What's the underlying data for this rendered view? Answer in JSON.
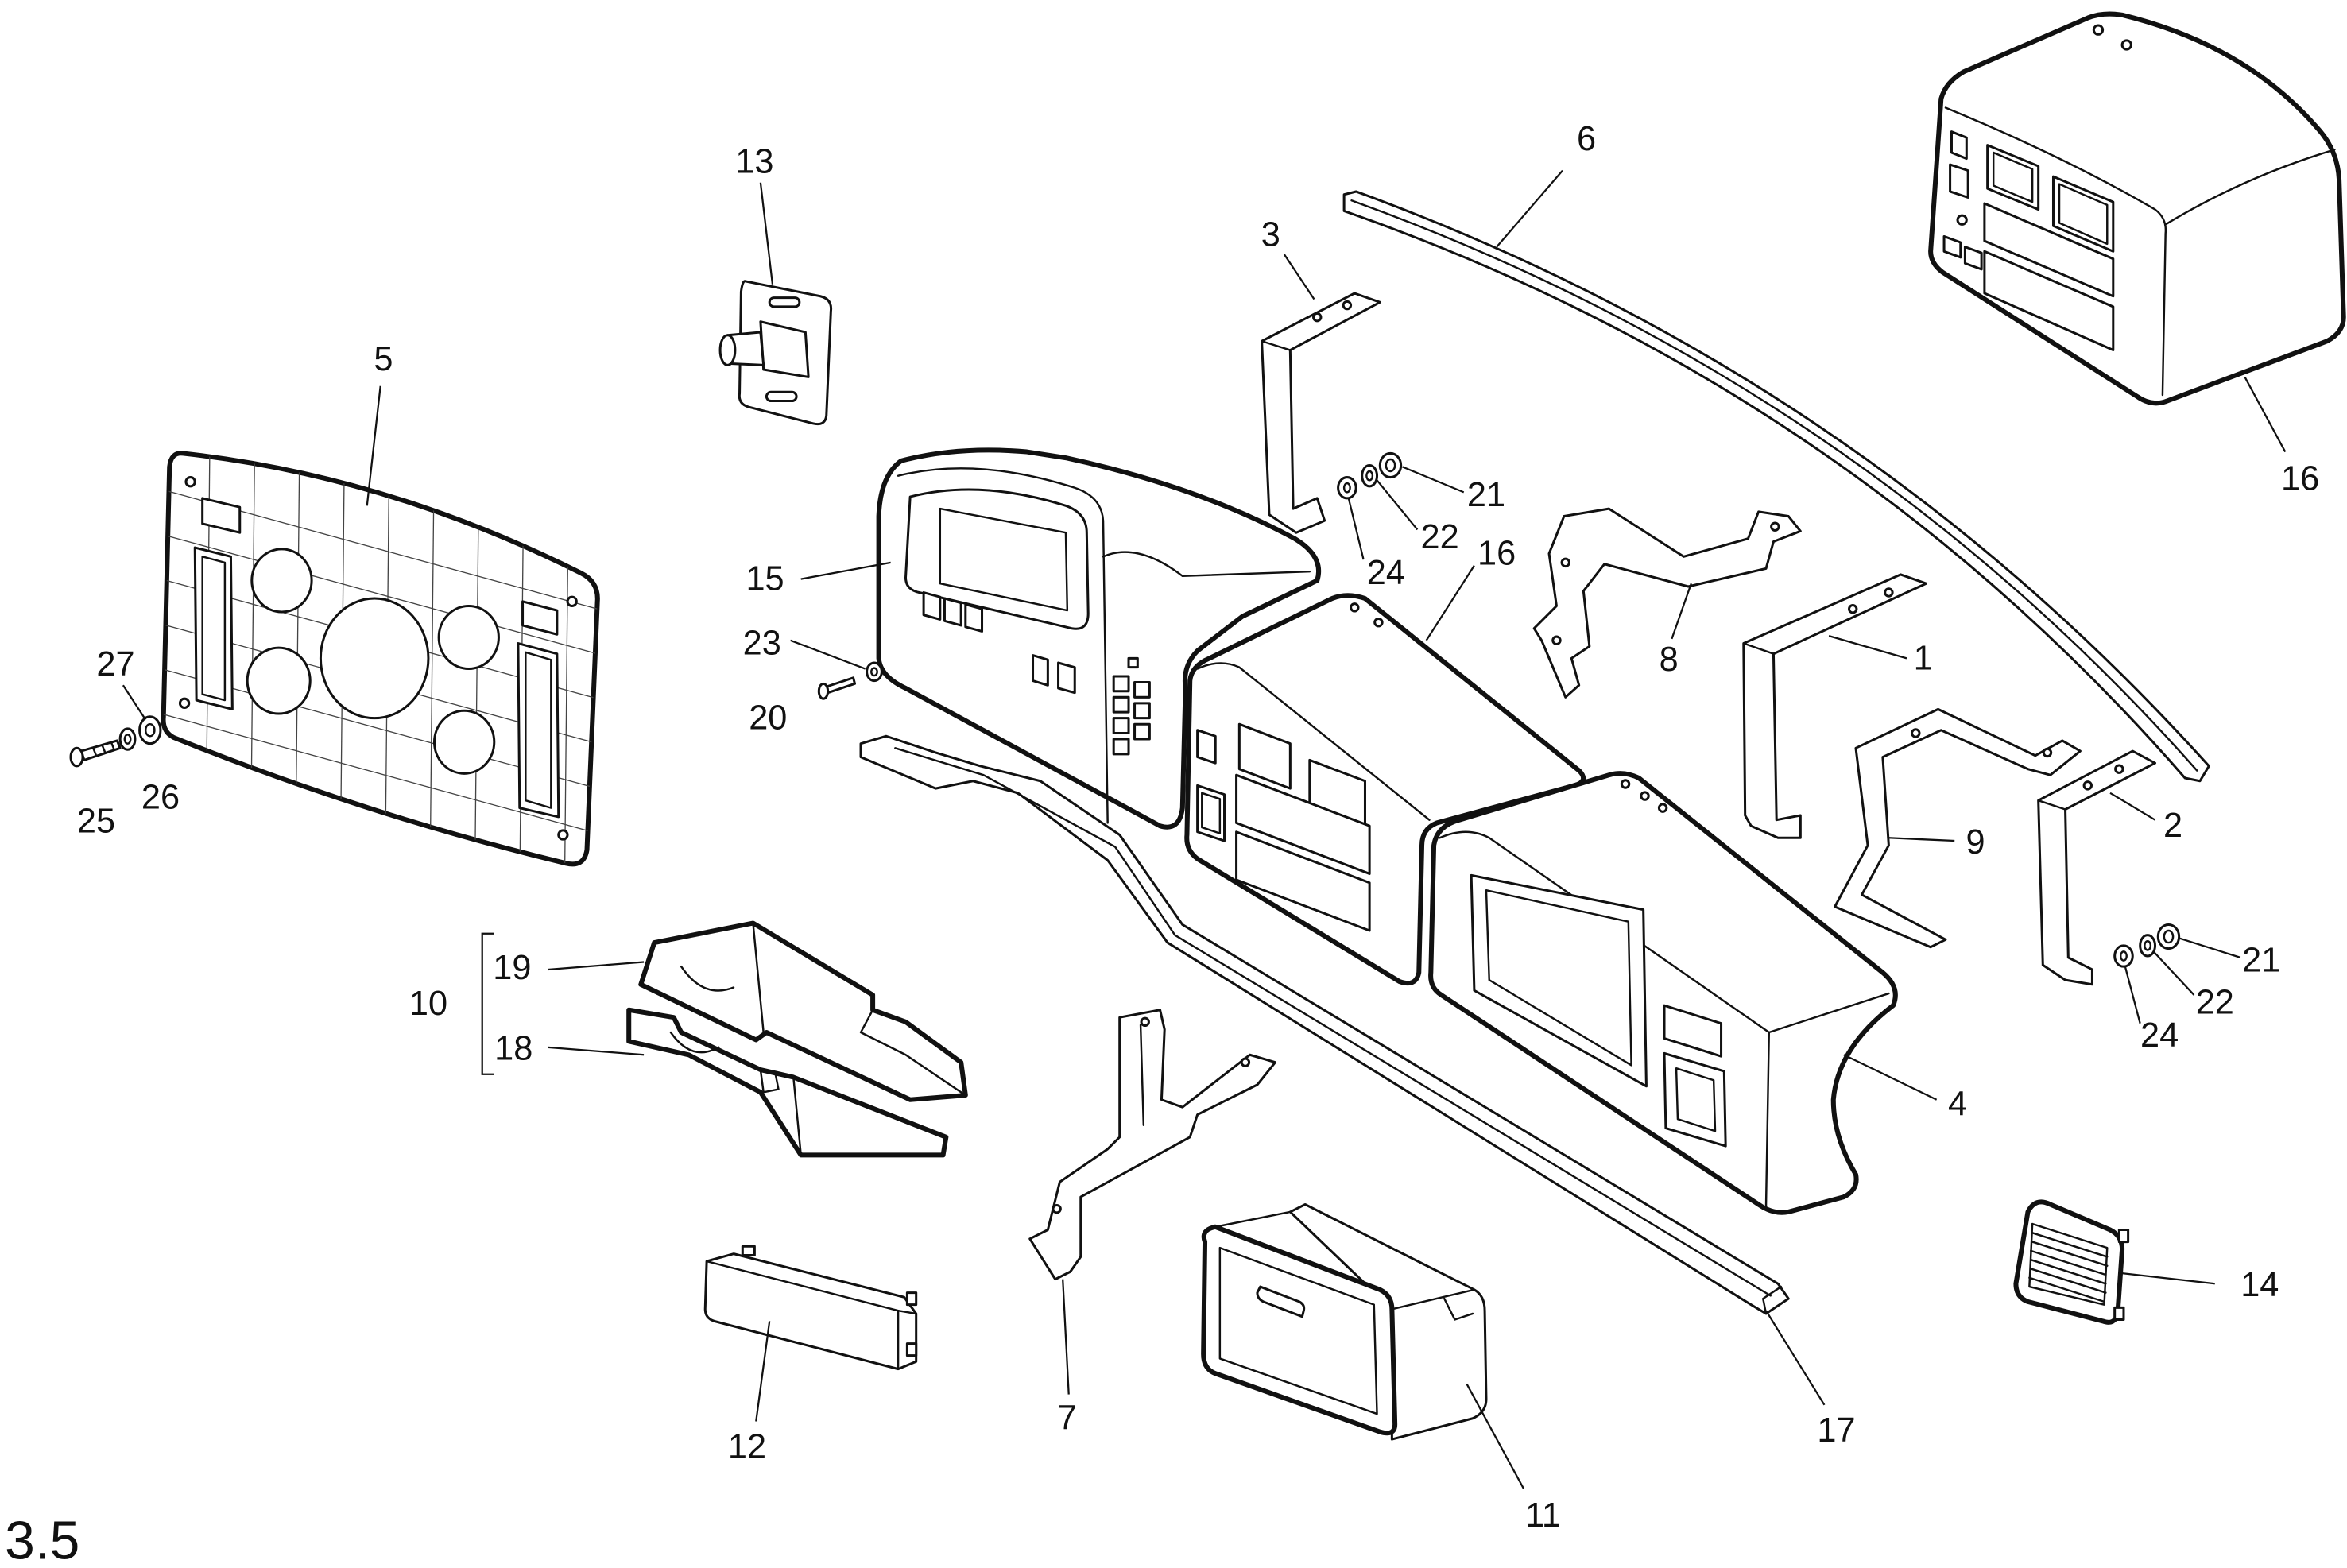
{
  "figure": {
    "page_number": "3.5"
  },
  "callouts": [
    {
      "label": "13"
    },
    {
      "label": "6"
    },
    {
      "label": "3"
    },
    {
      "label": "5"
    },
    {
      "label": "16"
    },
    {
      "label": "21"
    },
    {
      "label": "22"
    },
    {
      "label": "24"
    },
    {
      "label": "16"
    },
    {
      "label": "15"
    },
    {
      "label": "23"
    },
    {
      "label": "20"
    },
    {
      "label": "8"
    },
    {
      "label": "1"
    },
    {
      "label": "27"
    },
    {
      "label": "26"
    },
    {
      "label": "25"
    },
    {
      "label": "9"
    },
    {
      "label": "2"
    },
    {
      "label": "21"
    },
    {
      "label": "22"
    },
    {
      "label": "24"
    },
    {
      "label": "19"
    },
    {
      "label": "10"
    },
    {
      "label": "18"
    },
    {
      "label": "4"
    },
    {
      "label": "14"
    },
    {
      "label": "7"
    },
    {
      "label": "12"
    },
    {
      "label": "17"
    },
    {
      "label": "11"
    }
  ]
}
